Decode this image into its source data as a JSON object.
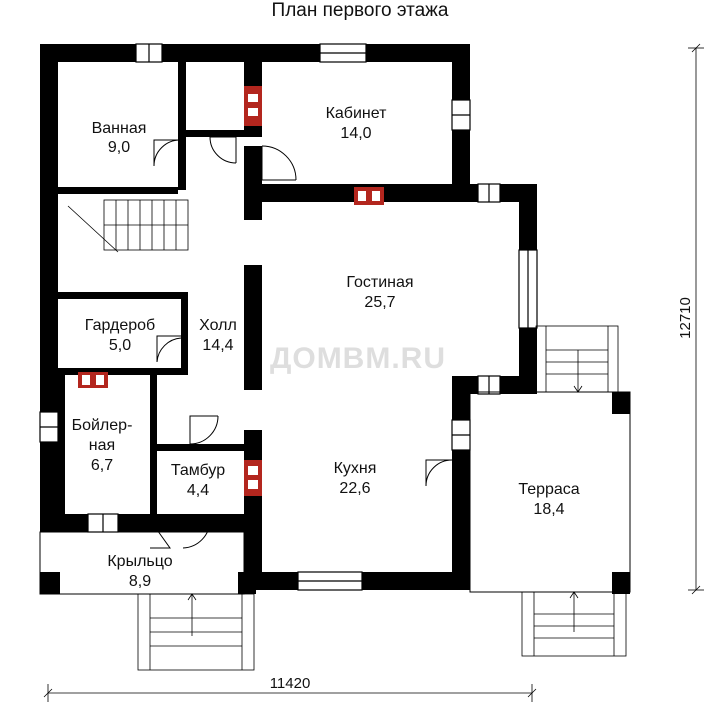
{
  "title": "План первого этажа",
  "watermark": "ДОМВМ.RU",
  "dimensions": {
    "width": "11420",
    "depth": "12710"
  },
  "rooms": [
    {
      "name": "Ванная",
      "area": "9,0"
    },
    {
      "name": "Кабинет",
      "area": "14,0"
    },
    {
      "name": "Гостиная",
      "area": "25,7"
    },
    {
      "name": "Гардероб",
      "area": "5,0"
    },
    {
      "name": "Холл",
      "area": "14,4"
    },
    {
      "name": "Бойлер-",
      "name2": "ная",
      "area": "6,7"
    },
    {
      "name": "Тамбур",
      "area": "4,4"
    },
    {
      "name": "Кухня",
      "area": "22,6"
    },
    {
      "name": "Терраса",
      "area": "18,4"
    },
    {
      "name": "Крыльцо",
      "area": "8,9"
    }
  ],
  "colors": {
    "wall": "#000000",
    "chimney": "#b3261e",
    "watermark": "#dedede"
  }
}
